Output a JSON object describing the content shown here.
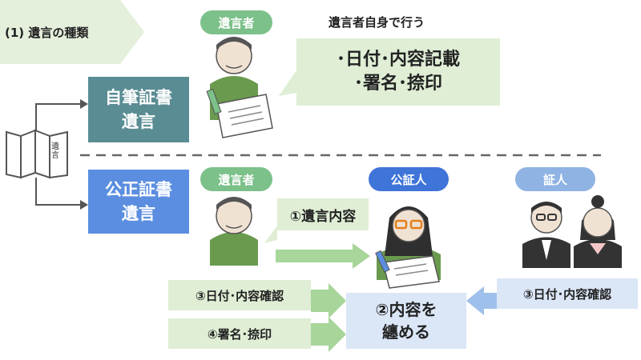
{
  "section_label": "(1) 遺言の種類",
  "holograph": {
    "title_line1": "自筆証書",
    "title_line2": "遺言",
    "testator_label": "遺言者",
    "note": "遺言者自身で行う",
    "steps_line1": "･日付･内容記載",
    "steps_line2": "･署名･捺印"
  },
  "notarial": {
    "title_line1": "公正証書",
    "title_line2": "遺言",
    "testator_label": "遺言者",
    "notary_label": "公証人",
    "witness_label": "証人",
    "step1": "①遺言内容",
    "step2_line1": "②内容を",
    "step2_line2": "纏める",
    "step3_left": "③日付･内容確認",
    "step3_right": "③日付･内容確認",
    "step4": "④署名･捺印"
  },
  "doc_label": "遺言",
  "colors": {
    "green_pill": "#7cc08a",
    "teal_box": "#5a8c94",
    "blue_box": "#5b8ee0",
    "notary_pill": "#3f74d8",
    "witness_pill": "#8fb3e3",
    "light_green": "#dfeed5",
    "light_blue": "#dbe6f7",
    "arrow_green": "#a8d59a",
    "arrow_blue": "#9ec0ea"
  }
}
